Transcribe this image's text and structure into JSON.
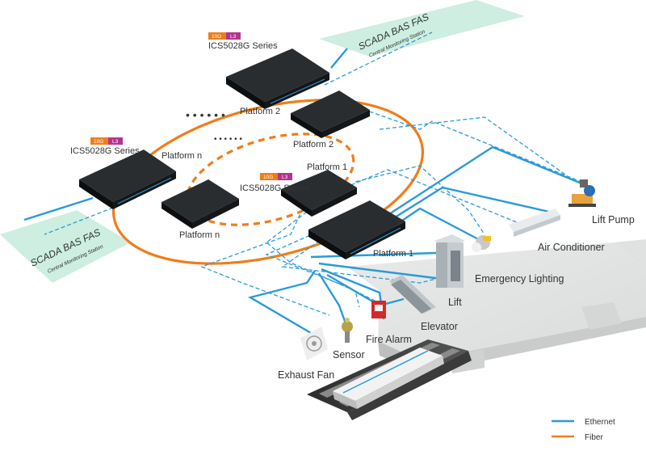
{
  "scada": {
    "title": "SCADA BAS FAS",
    "subtitle": "Central Monitoring Station"
  },
  "switch_tag": {
    "speed": "10G",
    "layer": "L3",
    "series": "ICS5028G Series"
  },
  "platforms": {
    "p2_main": "Platform 2",
    "p2_sub": "Platform 2",
    "pn_main": "Platform n",
    "pn_sub": "Platform n",
    "p1_main": "Platform 1",
    "p1_sub": "Platform 1"
  },
  "devices": {
    "lift_pump": "Lift Pump",
    "air_conditioner": "Air Conditioner",
    "emergency_lighting": "Emergency Lighting",
    "lift": "Lift",
    "elevator": "Elevator",
    "fire_alarm": "Fire Alarm",
    "sensor": "Sensor",
    "exhaust_fan": "Exhaust Fan"
  },
  "legend": {
    "ethernet": "Ethernet",
    "fiber": "Fiber"
  },
  "colors": {
    "ethernet": "#2a9ad8",
    "fiber": "#ef7d1a",
    "scada_panel": "#cdeee0",
    "switch_dark": "#1e2124",
    "tag_speed": "#ef7d1a",
    "tag_layer": "#b3348f"
  }
}
